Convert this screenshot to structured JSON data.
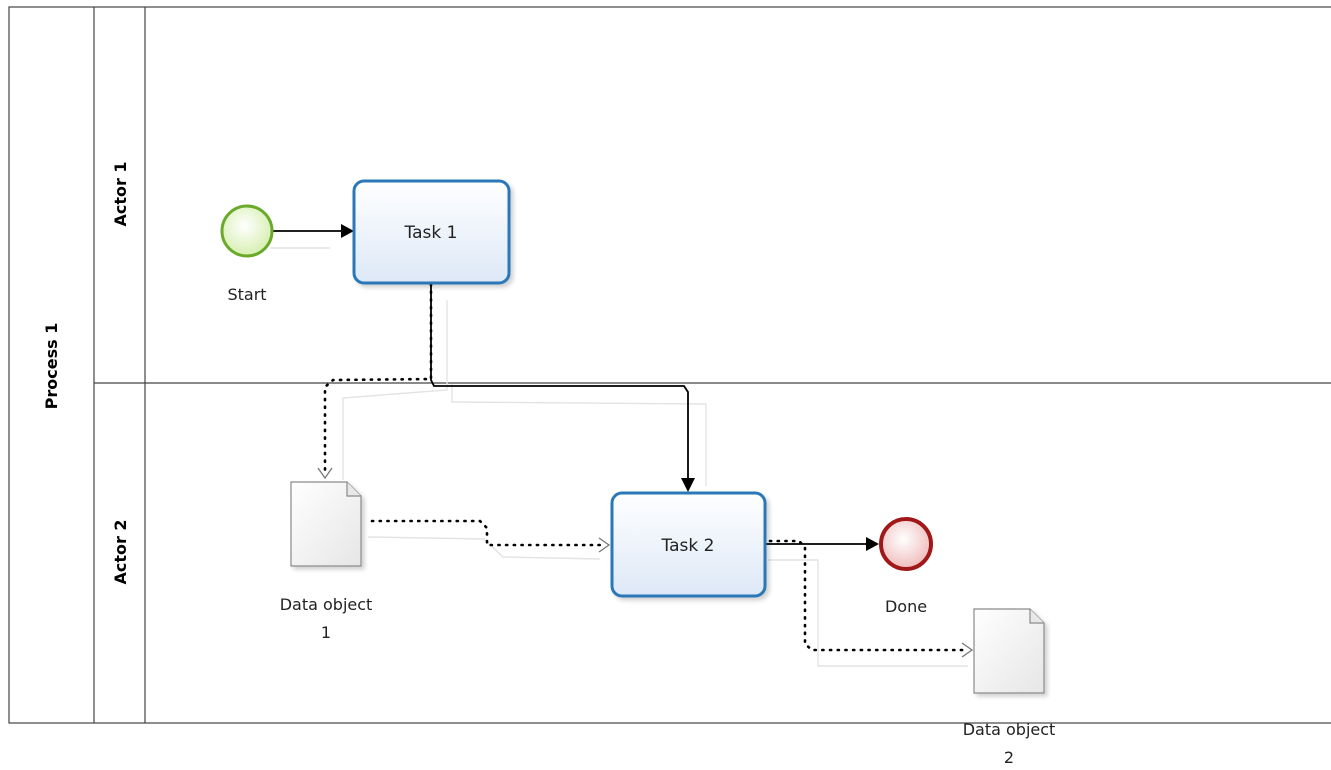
{
  "pool": {
    "title": "Process 1",
    "lanes": [
      {
        "title": "Actor 1"
      },
      {
        "title": "Actor 2"
      }
    ]
  },
  "elements": {
    "start_event": {
      "label": "Start"
    },
    "task_1": {
      "label": "Task 1"
    },
    "task_2": {
      "label": "Task 2"
    },
    "end_event": {
      "label": "Done"
    },
    "data_object_1": {
      "label_line1": "Data object",
      "label_line2": "1"
    },
    "data_object_2": {
      "label_line1": "Data object",
      "label_line2": "2"
    }
  },
  "colors": {
    "lane_border": "#444444",
    "task_border": "#2b78b8",
    "task_fill_top": "#ffffff",
    "task_fill_bottom": "#dde8f7",
    "start_stroke": "#6aaa2a",
    "start_fill": "#e4f5c4",
    "end_stroke": "#a01818",
    "end_fill": "#f7d2d2",
    "flow_line": "#000000",
    "doc_fill": "#f2f2f2",
    "doc_stroke": "#8a8a8a"
  }
}
